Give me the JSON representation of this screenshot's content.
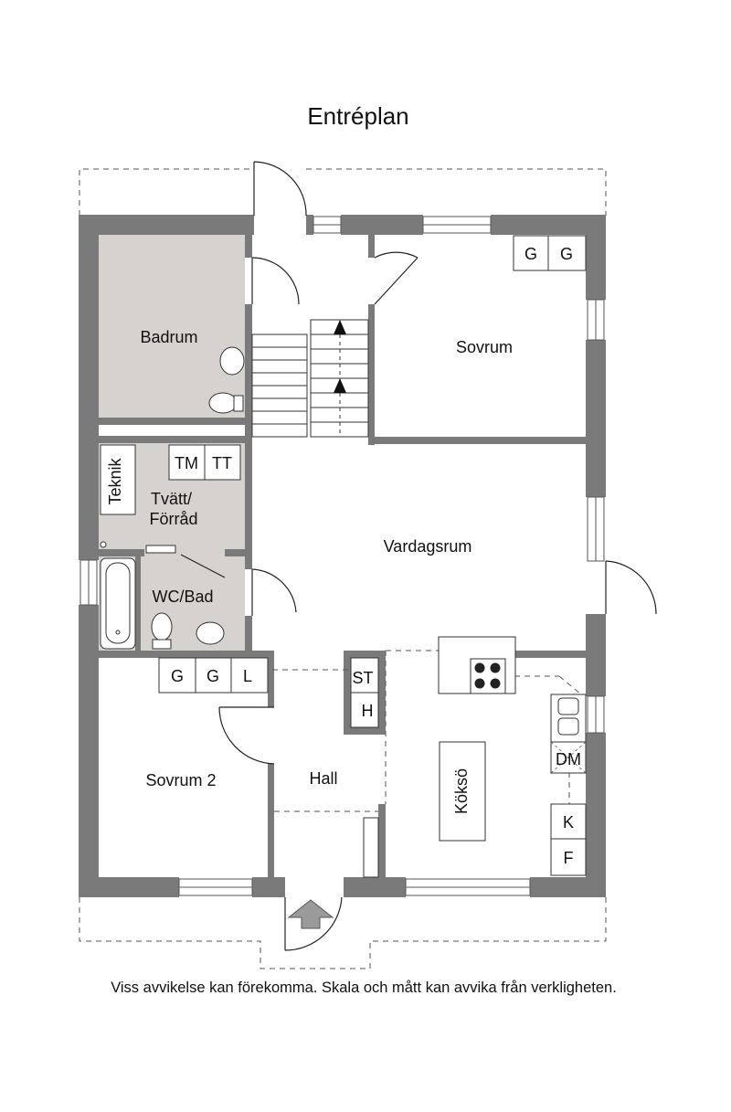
{
  "title": "Entréplan",
  "disclaimer": "Viss avvikelse kan förekomma. Skala och mått kan avvika från verkligheten.",
  "rooms": {
    "badrum": "Badrum",
    "sovrum": "Sovrum",
    "tvatt": "Tvätt/\nFörråd",
    "teknik": "Teknik",
    "wc_bad": "WC/Bad",
    "vardagsrum": "Vardagsrum",
    "sovrum2": "Sovrum 2",
    "hall": "Hall",
    "kokso": "Köksö"
  },
  "fixtures": {
    "g": "G",
    "l": "L",
    "tm": "TM",
    "tt": "TT",
    "st": "ST",
    "h": "H",
    "dm": "DM",
    "k": "K",
    "f": "F"
  },
  "colors": {
    "wall": "#7a7a7a",
    "wet_room": "#d6d3cf",
    "line": "#222222"
  }
}
